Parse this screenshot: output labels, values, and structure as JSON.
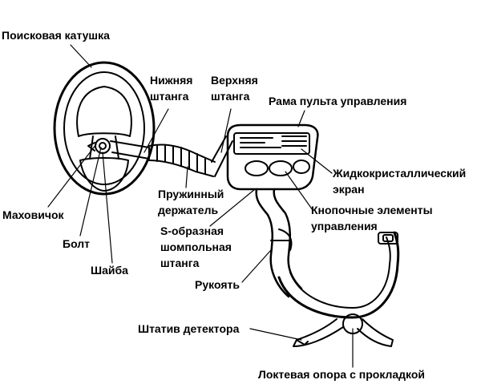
{
  "labels": {
    "search_coil": [
      "Поисковая катушка"
    ],
    "lower_rod": [
      "Нижняя",
      "штанга"
    ],
    "upper_rod": [
      "Верхняя",
      "штанга"
    ],
    "control_frame": [
      "Рама пульта управления"
    ],
    "lcd_screen": [
      "Жидкокристаллический",
      "экран"
    ],
    "buttons": [
      "Кнопочные элементы",
      "управления"
    ],
    "spring_holder": [
      "Пружинный",
      "держатель"
    ],
    "knob": [
      "Маховичок"
    ],
    "bolt": [
      "Болт"
    ],
    "washer": [
      "Шайба"
    ],
    "s_shaft": [
      "S-образная",
      "шомпольная",
      "штанга"
    ],
    "handle": [
      "Рукоять"
    ],
    "stand": [
      "Штатив детектора"
    ],
    "arm_rest": [
      "Локтевая опора с прокладкой"
    ]
  },
  "colors": {
    "ink": "#000000",
    "background": "#ffffff"
  }
}
